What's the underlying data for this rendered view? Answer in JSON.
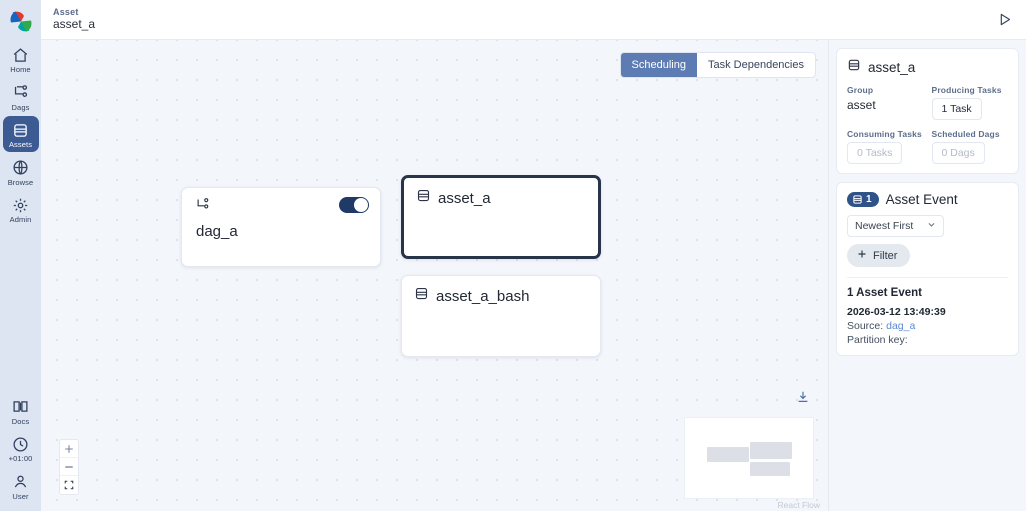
{
  "sidebar": {
    "logo": "airflow-pinwheel-logo",
    "items": [
      {
        "label": "Home",
        "icon": "home-icon",
        "active": false
      },
      {
        "label": "Dags",
        "icon": "dag-icon",
        "active": false
      },
      {
        "label": "Assets",
        "icon": "database-icon",
        "active": true
      },
      {
        "label": "Browse",
        "icon": "globe-icon",
        "active": false
      },
      {
        "label": "Admin",
        "icon": "gear-icon",
        "active": false
      }
    ],
    "bottom_items": [
      {
        "label": "Docs",
        "icon": "book-icon"
      },
      {
        "label": "+01:00",
        "icon": "clock-icon"
      },
      {
        "label": "User",
        "icon": "user-icon"
      }
    ]
  },
  "header": {
    "breadcrumb_kind": "Asset",
    "breadcrumb_name": "asset_a",
    "trigger_icon": "play-triangle-icon"
  },
  "graph": {
    "tabs": [
      {
        "label": "Scheduling",
        "active": true
      },
      {
        "label": "Task Dependencies",
        "active": false
      }
    ],
    "nodes": [
      {
        "id": "dag_a",
        "label": "dag_a",
        "type": "dag",
        "icon": "dag-icon",
        "toggle_on": true
      },
      {
        "id": "asset_a",
        "label": "asset_a",
        "type": "asset",
        "icon": "database-icon",
        "selected": true
      },
      {
        "id": "asset_a_bash",
        "label": "asset_a_bash",
        "type": "asset",
        "icon": "database-icon",
        "selected": false
      }
    ],
    "controls": [
      {
        "name": "zoom-in",
        "glyph": "+"
      },
      {
        "name": "zoom-out",
        "glyph": "−"
      },
      {
        "name": "fit-view",
        "glyph": "fit"
      }
    ],
    "download_icon": "download-icon",
    "attribution": "React Flow",
    "edge_highlight_color": "#2f6fd0",
    "edge_color": "#8f98a8"
  },
  "details": {
    "title": "asset_a",
    "title_icon": "database-icon",
    "fields": [
      {
        "label": "Group",
        "value": "asset",
        "style": "text"
      },
      {
        "label": "Producing Tasks",
        "value": "1 Task",
        "style": "pill"
      },
      {
        "label": "Consuming Tasks",
        "value": "0 Tasks",
        "style": "pill-muted"
      },
      {
        "label": "Scheduled Dags",
        "value": "0 Dags",
        "style": "pill-muted"
      }
    ]
  },
  "events": {
    "badge_icon": "database-icon",
    "badge_count": "1",
    "header": "Asset Event",
    "sort_value": "Newest First",
    "filter_label": "Filter",
    "filter_icon": "plus-icon",
    "count_title": "1 Asset Event",
    "items": [
      {
        "timestamp": "2026-03-12 13:49:39",
        "source_label": "Source:",
        "source_value": "dag_a",
        "partition_label": "Partition key:",
        "partition_value": ""
      }
    ]
  },
  "colors": {
    "accent": "#3b5b92",
    "tab_active": "#5d7cb3",
    "canvas": "#f3f6fb",
    "sidebar": "#dde5f3",
    "selected_node_border": "#273449"
  }
}
